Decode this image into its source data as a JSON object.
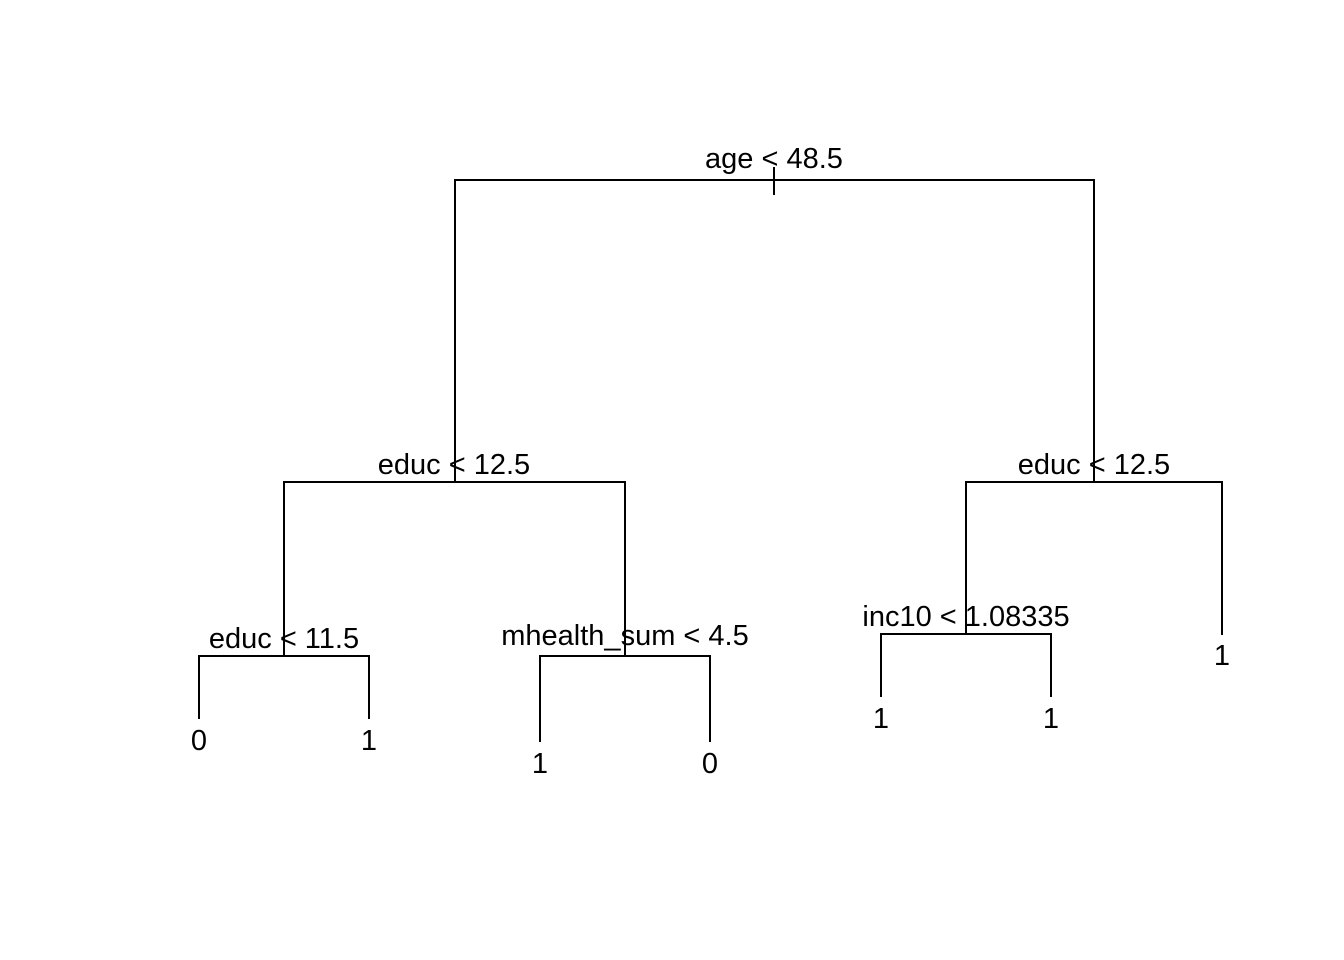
{
  "tree": {
    "line_color": "#000000",
    "background": "#ffffff",
    "nodes": {
      "root": {
        "label": "age < 48.5"
      },
      "left": {
        "label": "educ < 12.5"
      },
      "right": {
        "label": "educ < 12.5"
      },
      "left_left": {
        "label": "educ < 11.5"
      },
      "left_right": {
        "label": "mhealth_sum < 4.5"
      },
      "right_left": {
        "label": "inc10 < 1.08335"
      }
    },
    "leaves": {
      "ll_left": "0",
      "ll_right": "1",
      "lr_left": "1",
      "lr_right": "0",
      "rl_left": "1",
      "rl_right": "1",
      "r_right": "1"
    }
  }
}
